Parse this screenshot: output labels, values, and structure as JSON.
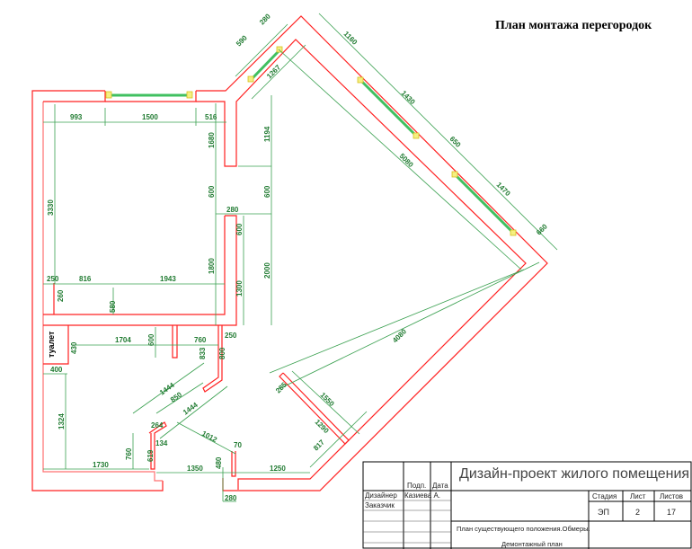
{
  "drawing": {
    "title": "План монтажа перегородок",
    "room_label": "туалет",
    "dimensions": {
      "d993": "993",
      "d1500": "1500",
      "d516": "516",
      "d1680": "1680",
      "d1194": "1194",
      "d600a": "600",
      "d600b": "600",
      "d280": "280",
      "d600c": "600",
      "d3330": "3330",
      "d1800": "1800",
      "d1300": "1300",
      "d2000": "2000",
      "d250a": "250",
      "d816": "816",
      "d1943": "1943",
      "d260": "260",
      "d580": "580",
      "d1704": "1704",
      "d600d": "600",
      "d760": "760",
      "d250b": "250",
      "d430": "430",
      "d400": "400",
      "d1324": "1324",
      "d833": "833",
      "d800": "800",
      "d1444a": "1444",
      "d850": "850",
      "d1444b": "1444",
      "d264": "264",
      "d134": "134",
      "d1012": "1012",
      "d70": "70",
      "d760b": "760",
      "d619": "619",
      "d1730": "1730",
      "d1350": "1350",
      "d480": "480",
      "d1250": "1250",
      "d280b": "280",
      "d817": "817",
      "d1290": "1290",
      "d1550": "1550",
      "d285": "285",
      "d4080": "4080",
      "d660": "660",
      "d1470": "1470",
      "d650": "650",
      "d1430": "1430",
      "d5080": "5080",
      "d1160": "1160",
      "d1267": "1267",
      "d590": "590",
      "d280c": "280"
    }
  },
  "title_block": {
    "project_title": "Дизайн-проект жилого помещения",
    "col_sign": "Подп.",
    "col_date": "Дата",
    "row1_role": "Дизайнер",
    "row1_name": "Казиева А.",
    "row2_role": "Заказчик",
    "stage_label": "Стадия",
    "sheet_label": "Лист",
    "sheets_label": "Листов",
    "stage_value": "ЭП",
    "sheet_value": "2",
    "sheets_value": "17",
    "sheet_desc_1": "План существующего положения.Обмеры.",
    "sheet_desc_2": "Демонтажный план"
  }
}
